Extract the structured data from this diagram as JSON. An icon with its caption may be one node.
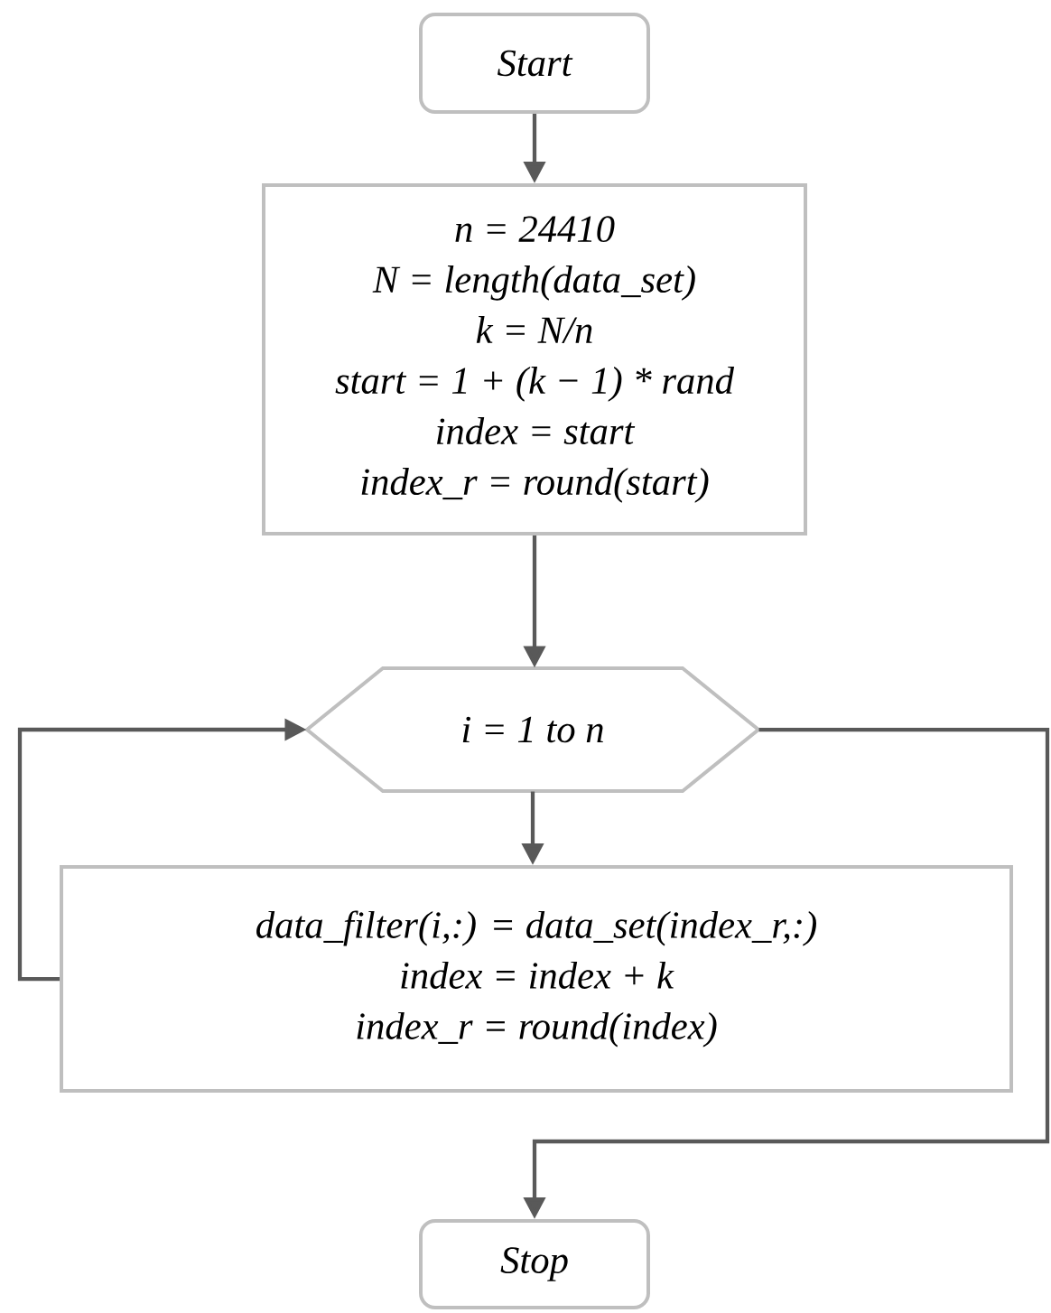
{
  "diagram": {
    "nodes": [
      {
        "text": [
          "Start"
        ]
      },
      {
        "text": [
          "n = 24410",
          "N = length(data_set)",
          "k = N/n",
          "start = 1 + (k − 1) * rand",
          "index = start",
          "index_r = round(start)"
        ]
      },
      {
        "text": [
          "i = 1 to n"
        ]
      },
      {
        "text": [
          "data_filter(i,:) = data_set(index_r,:)",
          "index = index + k",
          "index_r = round(index)"
        ]
      },
      {
        "text": [
          "Stop"
        ]
      }
    ],
    "edges": [
      {
        "from": 0,
        "to": 1,
        "arrow": "to"
      },
      {
        "from": 1,
        "to": 2,
        "arrow": "to"
      },
      {
        "from": 2,
        "to": 3,
        "arrow": "to"
      },
      {
        "from": 3,
        "to": 2,
        "arrow": "to"
      },
      {
        "from": 2,
        "to": 4,
        "arrow": "to"
      }
    ]
  }
}
